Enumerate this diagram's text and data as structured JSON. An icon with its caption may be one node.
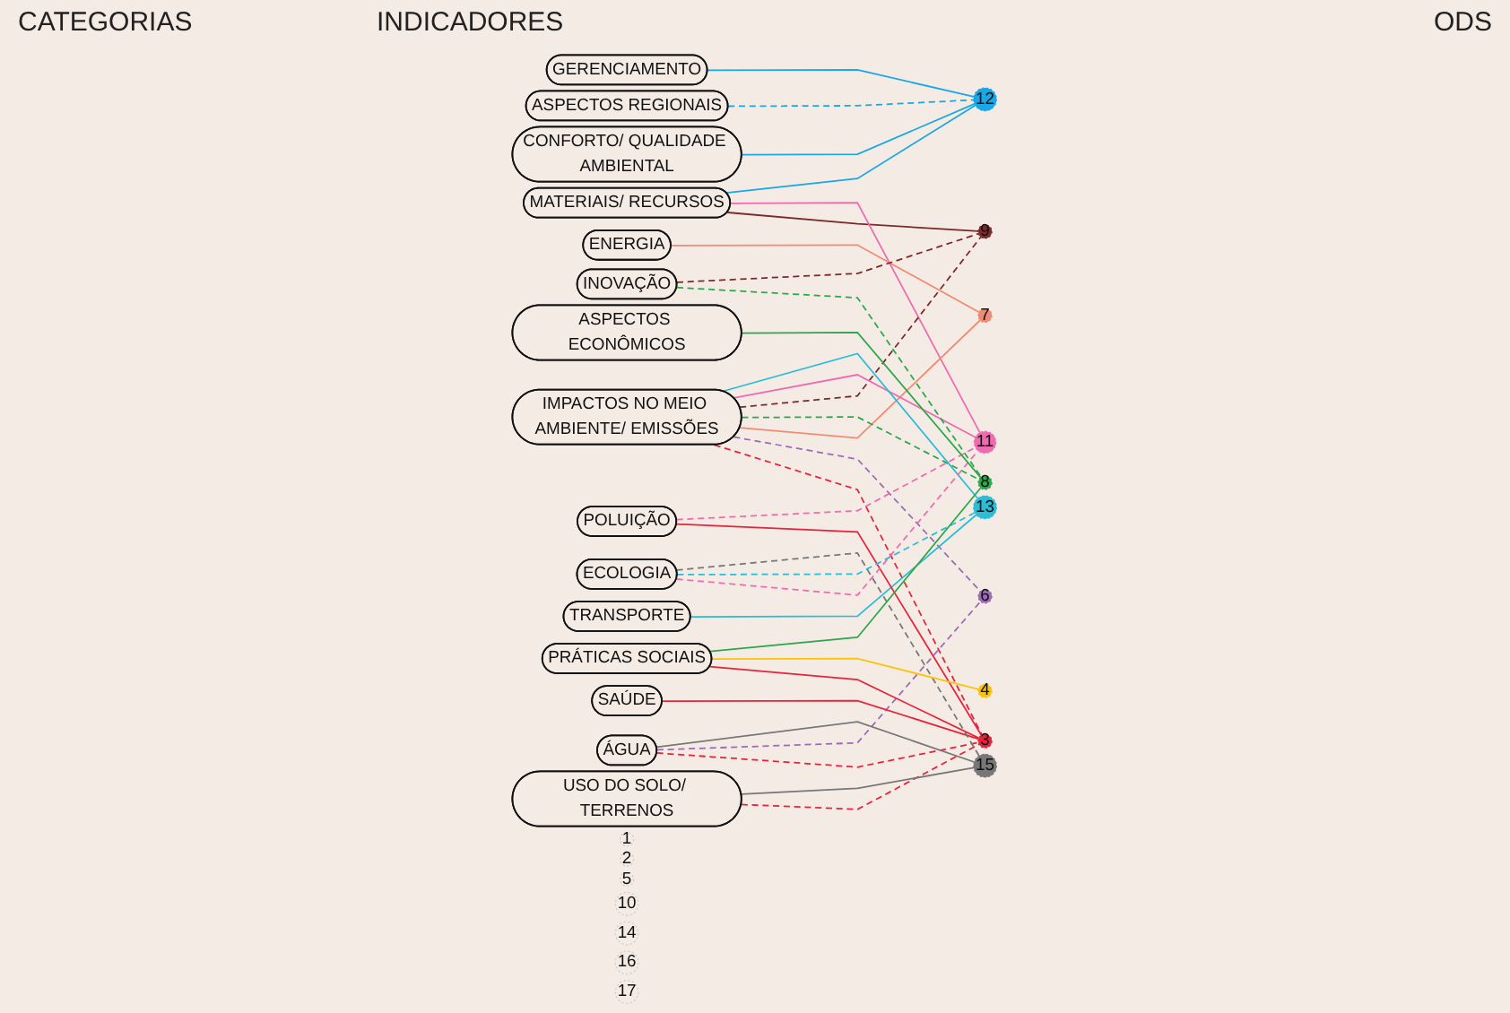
{
  "diagram": {
    "nodes": [
      {
        "text": [
          "CONFORTO/ QUALIDADE AMBIENTAL"
        ]
      },
      {
        "text": [
          "MATERIAIS/ RECURSOS"
        ]
      },
      {
        "text": [
          "ENERGIA"
        ]
      },
      {
        "text": [
          "ÁGUA"
        ]
      },
      {
        "text": [
          "USO DO SOLO/ TERRENOS"
        ]
      },
      {
        "text": [
          "IMPACTOS NO MEIO AMBIENTE/ EMISSÕES"
        ]
      },
      {
        "text": [
          "TRANSPORTE"
        ]
      },
      {
        "text": [
          "SAÚDE"
        ]
      },
      {
        "text": [
          "INOVAÇÃO"
        ]
      },
      {
        "text": [
          "ASPECTOS REGIONAIS"
        ]
      },
      {
        "text": [
          "GERENCIAMENTO"
        ]
      },
      {
        "text": [
          "POLUIÇÃO"
        ]
      },
      {
        "text": [
          "ECOLOGIA"
        ]
      },
      {
        "text": [
          "ASPECTOS ECONÔMICOS"
        ]
      },
      {
        "text": [
          "PRÁTICAS SOCIAIS"
        ]
      },
      {
        "text": [
          "1"
        ]
      },
      {
        "text": [
          "2"
        ]
      },
      {
        "text": [
          "3"
        ]
      },
      {
        "text": [
          "4"
        ]
      },
      {
        "text": [
          "5"
        ]
      },
      {
        "text": [
          "6"
        ]
      },
      {
        "text": [
          "7"
        ]
      },
      {
        "text": [
          "8"
        ]
      },
      {
        "text": [
          "9"
        ]
      },
      {
        "text": [
          "10"
        ]
      },
      {
        "text": [
          "11"
        ]
      },
      {
        "text": [
          "12"
        ]
      },
      {
        "text": [
          "13"
        ]
      },
      {
        "text": [
          "14"
        ]
      },
      {
        "text": [
          "15"
        ]
      },
      {
        "text": [
          "16"
        ]
      },
      {
        "text": [
          "17"
        ]
      }
    ],
    "edges": [
      {
        "from": 0,
        "to": 26,
        "arrow": "none",
        "color": "#19a7e6"
      },
      {
        "from": 1,
        "to": 23,
        "arrow": "none",
        "color": "#7a2a2a"
      },
      {
        "from": 1,
        "to": 25,
        "arrow": "none",
        "color": "#ee6bb0"
      },
      {
        "from": 1,
        "to": 26,
        "arrow": "none",
        "color": "#19a7e6"
      },
      {
        "from": 2,
        "to": 21,
        "arrow": "none",
        "color": "#f08b73"
      },
      {
        "from": 3,
        "to": 17,
        "arrow": "none",
        "style": "dashed",
        "color": "#e5243b"
      },
      {
        "from": 3,
        "to": 20,
        "arrow": "none",
        "style": "dashed",
        "color": "#9b6bb5"
      },
      {
        "from": 3,
        "to": 29,
        "arrow": "none",
        "color": "#777777"
      },
      {
        "from": 4,
        "to": 17,
        "arrow": "none",
        "style": "dashed",
        "color": "#e5243b"
      },
      {
        "from": 4,
        "to": 29,
        "arrow": "none",
        "color": "#777777"
      },
      {
        "from": 5,
        "to": 17,
        "arrow": "none",
        "style": "dashed",
        "color": "#e5243b"
      },
      {
        "from": 5,
        "to": 20,
        "arrow": "none",
        "style": "dashed",
        "color": "#9b6bb5"
      },
      {
        "from": 5,
        "to": 21,
        "arrow": "none",
        "color": "#f08b73"
      },
      {
        "from": 5,
        "to": 22,
        "arrow": "none",
        "style": "dashed",
        "color": "#2aa84a"
      },
      {
        "from": 5,
        "to": 23,
        "arrow": "none",
        "style": "dashed",
        "color": "#7a2a2a"
      },
      {
        "from": 5,
        "to": 25,
        "arrow": "none",
        "color": "#ee6bb0"
      },
      {
        "from": 5,
        "to": 27,
        "arrow": "none",
        "color": "#2bbcd6"
      },
      {
        "from": 6,
        "to": 27,
        "arrow": "none",
        "color": "#2bbcd6"
      },
      {
        "from": 7,
        "to": 17,
        "arrow": "none",
        "color": "#e5243b"
      },
      {
        "from": 8,
        "to": 22,
        "arrow": "none",
        "style": "dashed",
        "color": "#2aa84a"
      },
      {
        "from": 8,
        "to": 23,
        "arrow": "none",
        "style": "dashed",
        "color": "#7a2a2a"
      },
      {
        "from": 9,
        "to": 26,
        "arrow": "none",
        "style": "dashed",
        "color": "#19a7e6"
      },
      {
        "from": 10,
        "to": 26,
        "arrow": "none",
        "color": "#19a7e6"
      },
      {
        "from": 11,
        "to": 17,
        "arrow": "none",
        "color": "#e5243b"
      },
      {
        "from": 11,
        "to": 25,
        "arrow": "none",
        "style": "dashed",
        "color": "#ee6bb0"
      },
      {
        "from": 12,
        "to": 25,
        "arrow": "none",
        "style": "dashed",
        "color": "#ee6bb0"
      },
      {
        "from": 12,
        "to": 27,
        "arrow": "none",
        "style": "dashed",
        "color": "#2bbcd6"
      },
      {
        "from": 12,
        "to": 29,
        "arrow": "none",
        "style": "dashed",
        "color": "#777777"
      },
      {
        "from": 13,
        "to": 22,
        "arrow": "none",
        "color": "#2aa84a"
      },
      {
        "from": 14,
        "to": 17,
        "arrow": "none",
        "color": "#e5243b"
      },
      {
        "from": 14,
        "to": 18,
        "arrow": "none",
        "color": "#fcc30b"
      },
      {
        "from": 14,
        "to": 22,
        "arrow": "none",
        "color": "#2aa84a"
      }
    ],
    "labels": [
      "CATEGORIAS",
      "INDICADORES",
      "ODS"
    ]
  }
}
